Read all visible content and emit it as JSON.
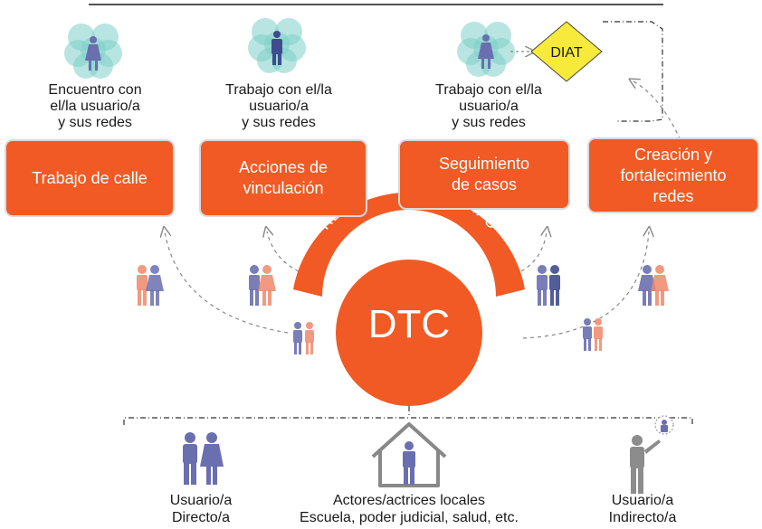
{
  "cluster_captions": [
    "Encuentro con\nel/la usuario/a\ny sus redes",
    "Trabajo con el/la\nusuario/a\ny sus redes",
    "Trabajo con el/la\nusuario/a\ny sus redes"
  ],
  "diat_label": "DIAT",
  "boxes": [
    "Trabajo de calle",
    "Acciones de\nvinculación",
    "Seguimiento\nde casos",
    "Creación y\nfortalecimiento\nredes"
  ],
  "center": {
    "label": "DTC",
    "arc_label": "REUNIONES DE EQUIPO"
  },
  "bottom_labels": [
    "Usuario/a\nDirecto/a",
    "Actores/actrices locales\nEscuela, poder judicial, salud, etc.",
    "Usuario/a\nIndirecto/a"
  ],
  "colors": {
    "accent": "#f15a24",
    "blue_person": "#6a6fb0",
    "pink_person": "#f0876a",
    "teal_circle": "#7ecfc9",
    "diat_fill": "#f7ea3a",
    "gray_person": "#8c8c8c"
  },
  "icons": [
    "network-person-icon",
    "couple-icon",
    "house-person-icon",
    "person-with-contact-icon"
  ]
}
